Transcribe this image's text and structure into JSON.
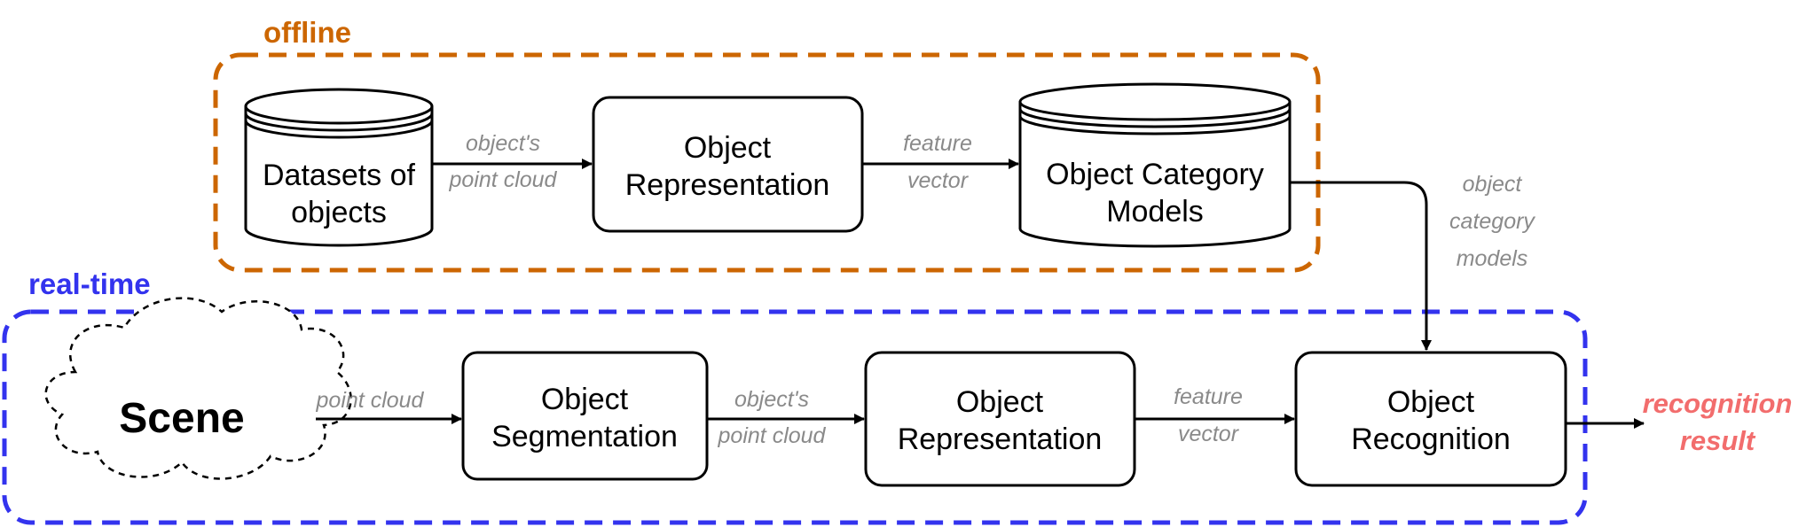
{
  "groups": {
    "offline": {
      "title": "offline",
      "color": "#cc6600"
    },
    "realtime": {
      "title": "real-time",
      "color": "#3333ee"
    }
  },
  "nodes": {
    "datasets": {
      "line1": "Datasets of",
      "line2": "objects"
    },
    "rep_top": {
      "line1": "Object",
      "line2": "Representation"
    },
    "category_models": {
      "line1": "Object Category",
      "line2": "Models"
    },
    "scene": {
      "label": "Scene"
    },
    "segmentation": {
      "line1": "Object",
      "line2": "Segmentation"
    },
    "rep_bottom": {
      "line1": "Object",
      "line2": "Representation"
    },
    "recognition": {
      "line1": "Object",
      "line2": "Recognition"
    }
  },
  "edges": {
    "top1": {
      "line1": "object's",
      "line2": "point cloud"
    },
    "top2": {
      "line1": "feature",
      "line2": "vector"
    },
    "models": {
      "line1": "object",
      "line2": "category",
      "line3": "models"
    },
    "bottom1": {
      "label": "point cloud"
    },
    "bottom2": {
      "line1": "object's",
      "line2": "point cloud"
    },
    "bottom3": {
      "line1": "feature",
      "line2": "vector"
    }
  },
  "result": {
    "line1": "recognition",
    "line2": "result",
    "color": "#f26d6d"
  }
}
